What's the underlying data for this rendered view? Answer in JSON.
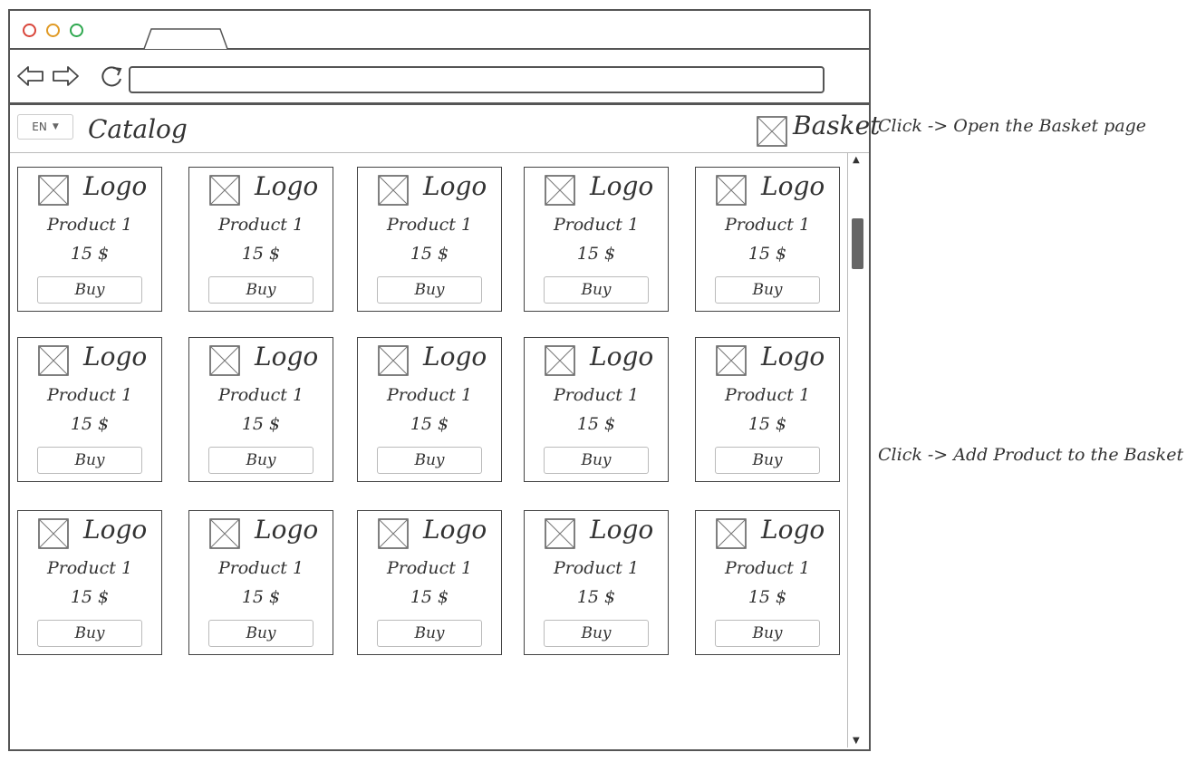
{
  "browser": {
    "url": ""
  },
  "header": {
    "language": "EN",
    "title": "Catalog",
    "basket_label": "Basket"
  },
  "products": [
    {
      "logo": "Logo",
      "name": "Product 1",
      "price": "15 $",
      "buy_label": "Buy"
    },
    {
      "logo": "Logo",
      "name": "Product 1",
      "price": "15 $",
      "buy_label": "Buy"
    },
    {
      "logo": "Logo",
      "name": "Product 1",
      "price": "15 $",
      "buy_label": "Buy"
    },
    {
      "logo": "Logo",
      "name": "Product 1",
      "price": "15 $",
      "buy_label": "Buy"
    },
    {
      "logo": "Logo",
      "name": "Product 1",
      "price": "15 $",
      "buy_label": "Buy"
    },
    {
      "logo": "Logo",
      "name": "Product 1",
      "price": "15 $",
      "buy_label": "Buy"
    },
    {
      "logo": "Logo",
      "name": "Product 1",
      "price": "15 $",
      "buy_label": "Buy"
    },
    {
      "logo": "Logo",
      "name": "Product 1",
      "price": "15 $",
      "buy_label": "Buy"
    },
    {
      "logo": "Logo",
      "name": "Product 1",
      "price": "15 $",
      "buy_label": "Buy"
    },
    {
      "logo": "Logo",
      "name": "Product 1",
      "price": "15 $",
      "buy_label": "Buy"
    },
    {
      "logo": "Logo",
      "name": "Product 1",
      "price": "15 $",
      "buy_label": "Buy"
    },
    {
      "logo": "Logo",
      "name": "Product 1",
      "price": "15 $",
      "buy_label": "Buy"
    },
    {
      "logo": "Logo",
      "name": "Product 1",
      "price": "15 $",
      "buy_label": "Buy"
    },
    {
      "logo": "Logo",
      "name": "Product 1",
      "price": "15 $",
      "buy_label": "Buy"
    },
    {
      "logo": "Logo",
      "name": "Product 1",
      "price": "15 $",
      "buy_label": "Buy"
    }
  ],
  "annotations": {
    "basket_note": "Click -> Open the Basket page",
    "buy_note": "Click -> Add Product to the Basket"
  },
  "icons": {
    "window_controls": [
      "close-dot-icon",
      "minimize-dot-icon",
      "maximize-dot-icon"
    ],
    "nav": [
      "back-arrow-icon",
      "forward-arrow-icon",
      "reload-icon"
    ],
    "placeholder_image": "image-placeholder-icon"
  },
  "colors": {
    "close_dot": "#d9463b",
    "minimize_dot": "#e09a25",
    "maximize_dot": "#2fa84f",
    "frame": "#555555",
    "scroll_thumb": "#666666"
  }
}
